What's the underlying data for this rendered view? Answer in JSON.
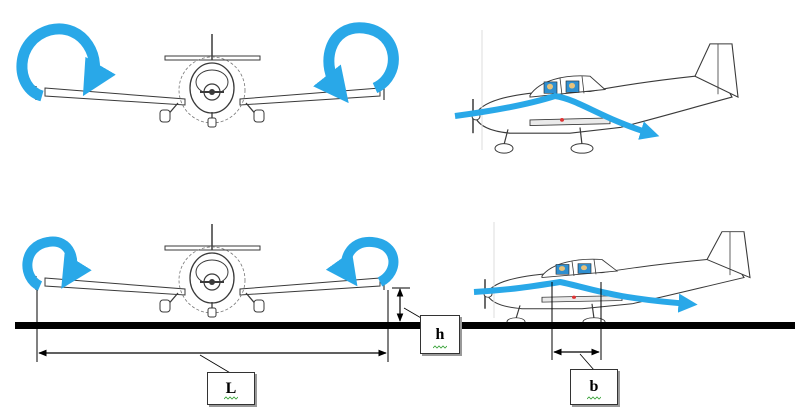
{
  "labels": {
    "wingspan": "L",
    "height": "h",
    "body_width": "b"
  },
  "colors": {
    "vortex": "#29a8e8",
    "vortex_stroke": "#1685c4",
    "outline": "#3a3a3a",
    "ground": "#000000",
    "callout_mark": "#2e9d2e"
  }
}
